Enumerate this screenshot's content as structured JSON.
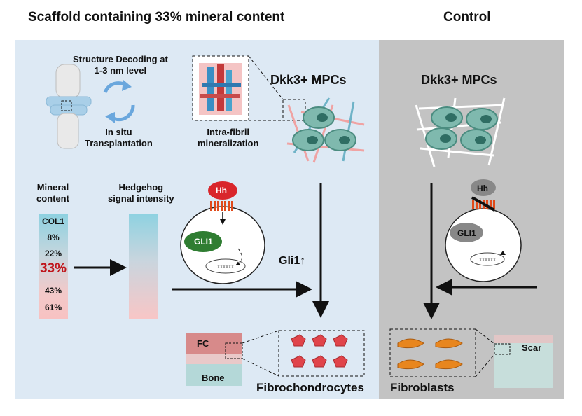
{
  "titles": {
    "left": "Scaffold containing 33% mineral content",
    "right": "Control"
  },
  "left_panel": {
    "structure_decoding": "Structure Decoding at 1-3 nm level",
    "structure_decoding_line1": "Structure Decoding at",
    "structure_decoding_line2": "1-3 nm level",
    "in_situ_line1": "In situ",
    "in_situ_line2": "Transplantation",
    "intrafibril_line1": "Intra-fibril",
    "intrafibril_line2": "mineralization",
    "dkk3": "Dkk3+ MPCs",
    "mineral_content_line1": "Mineral",
    "mineral_content_line2": "content",
    "hedgehog_line1": "Hedgehog",
    "hedgehog_line2": "signal intensity",
    "mineral_values": [
      "COL1",
      "8%",
      "22%",
      "33%",
      "43%",
      "61%"
    ],
    "hh": "Hh",
    "gli1": "GLI1",
    "gli1_up": "Gli1↑",
    "fc": "FC",
    "bone": "Bone",
    "fibrochondrocytes": "Fibrochondrocytes"
  },
  "right_panel": {
    "dkk3": "Dkk3+ MPCs",
    "hh": "Hh",
    "gli1": "GLI1",
    "fibroblasts": "Fibroblasts",
    "scar": "Scar"
  },
  "colors": {
    "left_bg": "#dde9f4",
    "right_bg": "#c3c3c3",
    "highlight": "#c0151b",
    "hh_active": "#d9262b",
    "gli1_active": "#2f7d32",
    "receptor": "#e04a1a",
    "cell_teal": "#7fb9ae",
    "fibrochondrocyte": "#e0444a",
    "fibroblast": "#e8861e"
  }
}
